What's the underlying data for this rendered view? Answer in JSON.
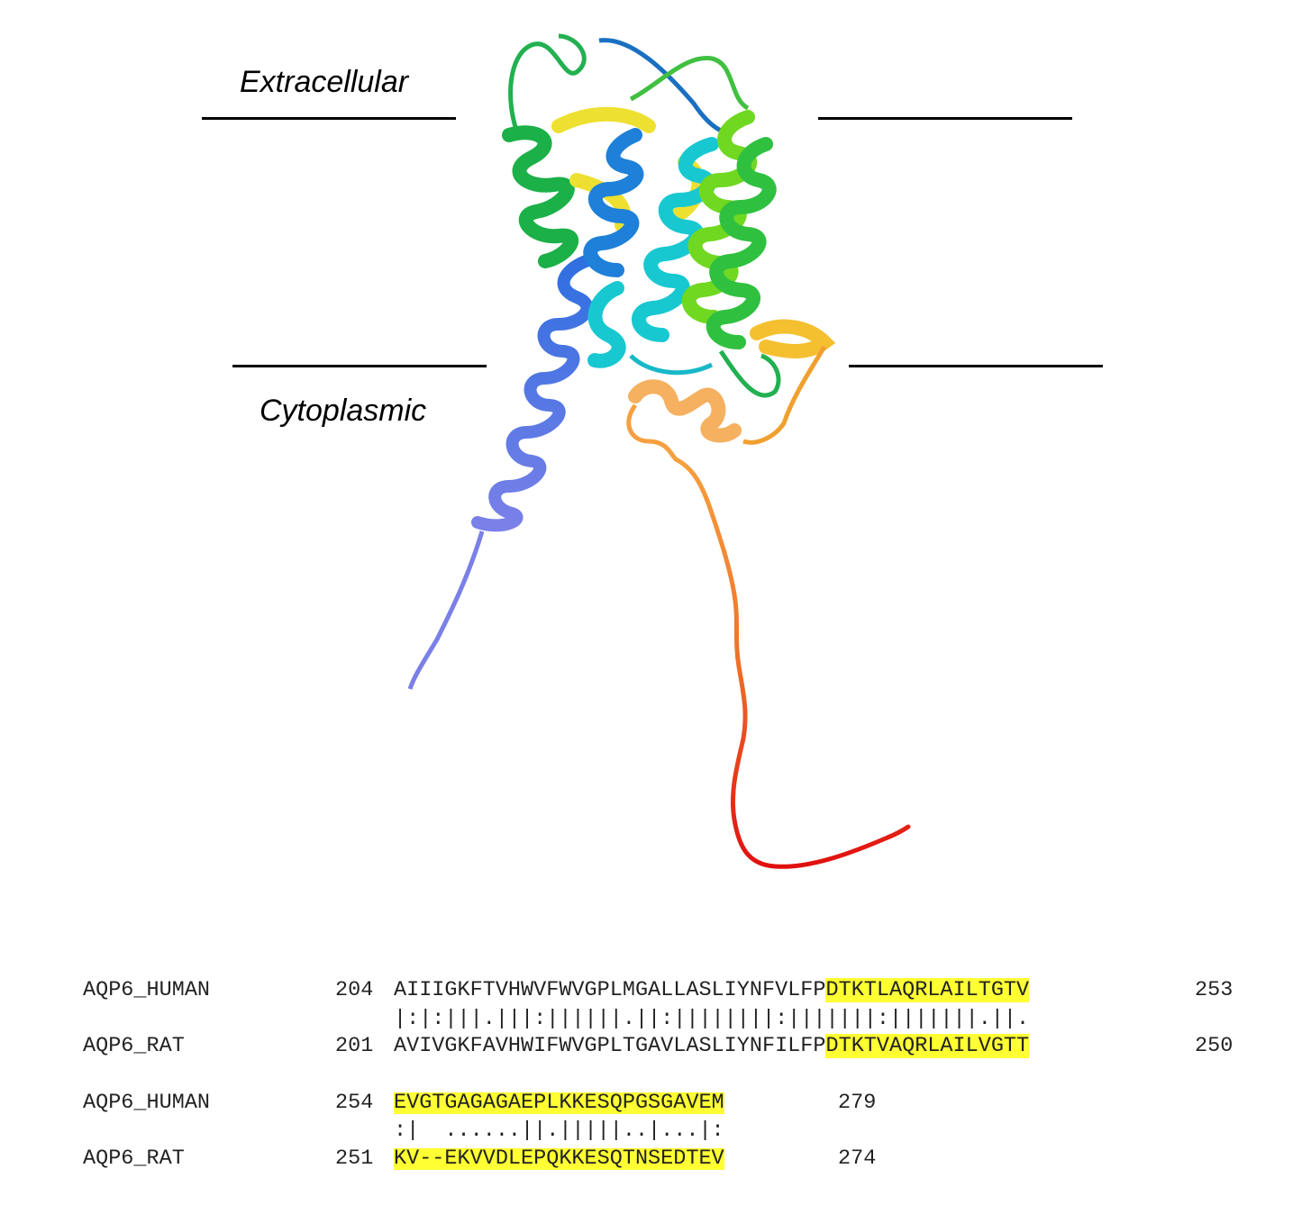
{
  "labels": {
    "extracellular": "Extracellular",
    "cytoplasmic": "Cytoplasmic"
  },
  "colors": {
    "highlight": "#ffff33",
    "ribbon_gradient": [
      "#6a6ee0",
      "#2f6fe0",
      "#1aa0d8",
      "#19d6d0",
      "#22c25a",
      "#8fe01a",
      "#f0e020",
      "#f5b845",
      "#f0822a",
      "#e03b18",
      "#e01010"
    ]
  },
  "alignment": {
    "block1": {
      "human_name": "AQP6_HUMAN",
      "human_start": "204",
      "human_seq_plain": "AIIIGKFTVHWVFWVGPLMGALLASLIYNFVLFP",
      "human_seq_hl": "DTKTLAQRLAILTGTV",
      "human_end": "253",
      "match": "|:|:|||.|||:||||||.||:||||||||:|||||||:|||||||.||.",
      "rat_name": "AQP6_RAT",
      "rat_start": "201",
      "rat_seq_plain": "AVIVGKFAVHWIFWVGPLTGAVLASLIYNFILFP",
      "rat_seq_hl": "DTKTVAQRLAILVGTT",
      "rat_end": "250"
    },
    "block2": {
      "human_name": "AQP6_HUMAN",
      "human_start": "254",
      "human_seq_hl": "EVGTGAGAGAEPLKKESQPGSGAVEM",
      "human_end": "279",
      "match": ":|  ......||.|||||..|...|:",
      "rat_name": "AQP6_RAT",
      "rat_start": "251",
      "rat_seq_hl": "KV--EKVVDLEPQKKESQTNSEDTEV",
      "rat_end": "274"
    }
  }
}
